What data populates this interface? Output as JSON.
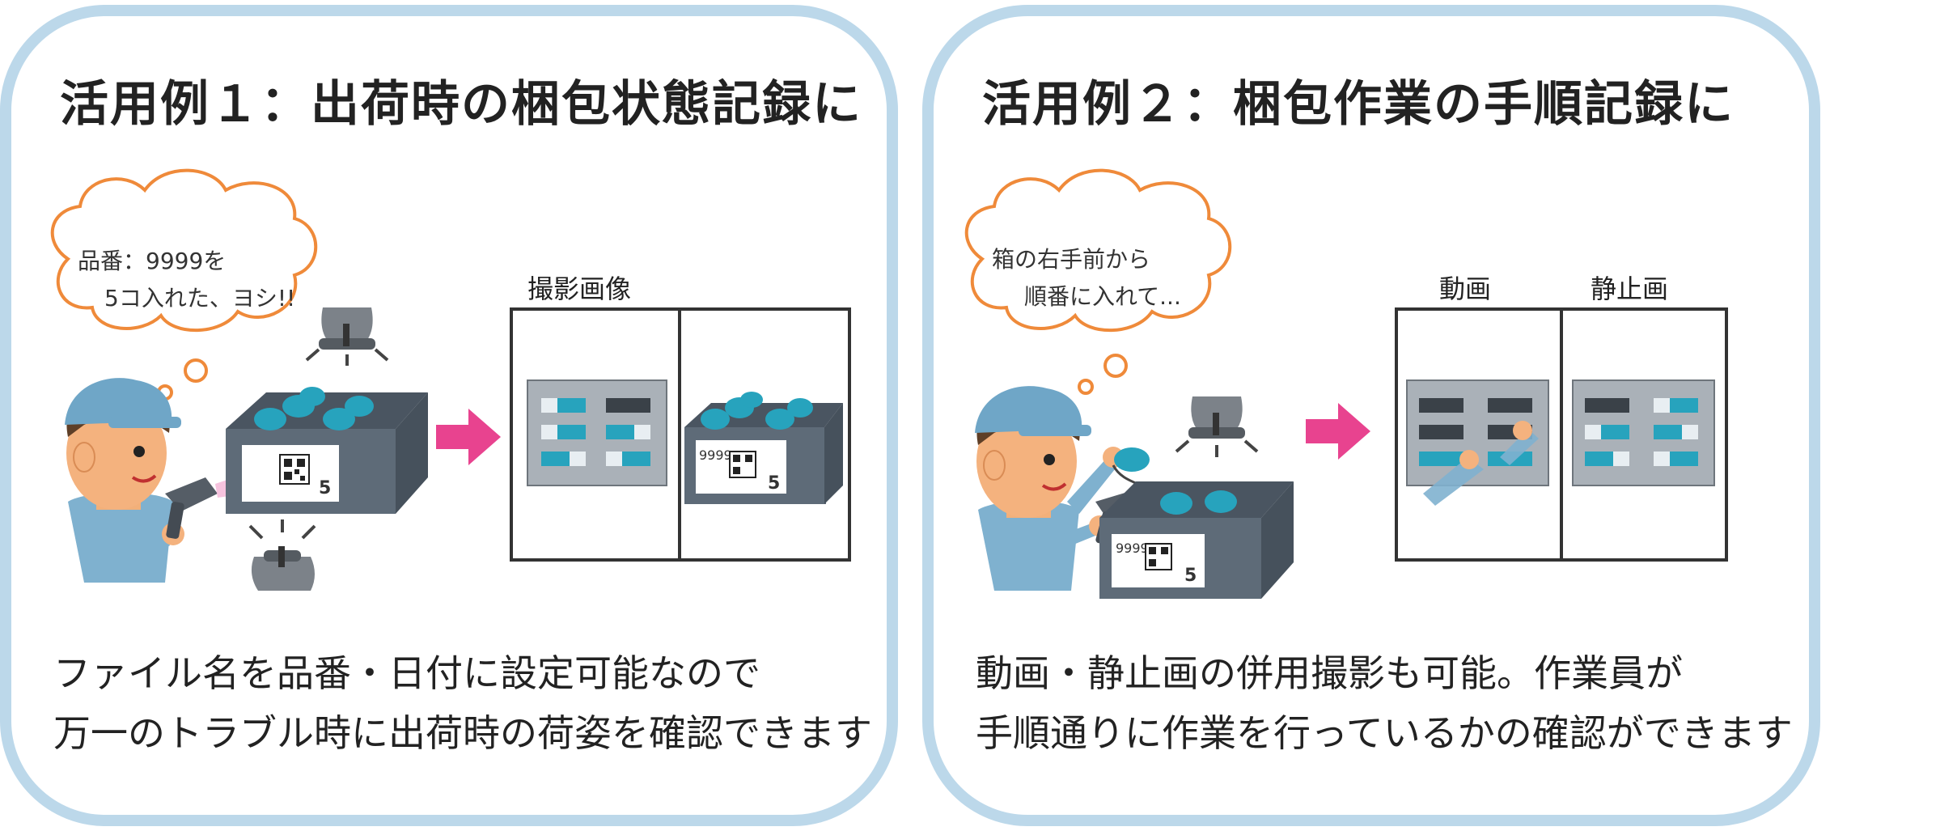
{
  "panel1": {
    "title": "活用例１：出荷時の梱包状態記録に",
    "bubble_line1": "品番：9999を",
    "bubble_line2": "5コ入れた、ヨシ!!",
    "image_label": "撮影画像",
    "label_code": "9999",
    "label_count": "5",
    "caption_line1": "ファイル名を品番・日付に設定可能なので",
    "caption_line2": "万一のトラブル時に出荷時の荷姿を確認できます"
  },
  "panel2": {
    "title": "活用例２：梱包作業の手順記録に",
    "bubble_line1": "箱の右手前から",
    "bubble_line2": "順番に入れて...",
    "video_label": "動画",
    "still_label": "静止画",
    "label_code": "9999",
    "label_count": "5",
    "caption_line1": "動画・静止画の併用撮影も可能。作業員が",
    "caption_line2": "手順通りに作業を行っているかの確認ができます"
  },
  "colors": {
    "border": "#bcd8ea",
    "arrow": "#e8438f",
    "box": "#5e6b78",
    "item": "#27a3bd",
    "bubble": "#ef8a3a",
    "worker": "#6fa6c7"
  }
}
